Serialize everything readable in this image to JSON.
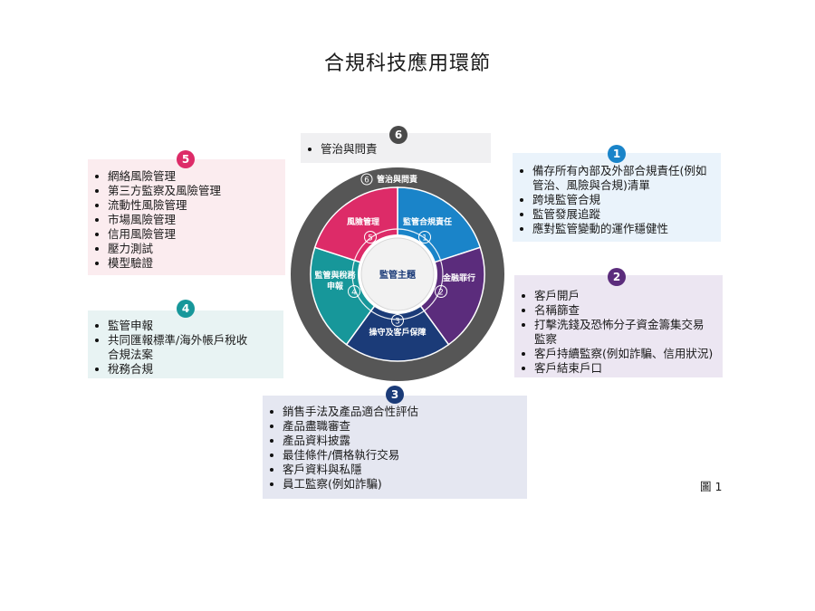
{
  "title": "合規科技應用環節",
  "figure_label": "圖 1",
  "colors": {
    "c1": "#1a84c9",
    "c2": "#5b2c7c",
    "c3": "#1b3b78",
    "c4": "#17979a",
    "c5": "#dd2b68",
    "c6": "#4a4a4a",
    "ring": "#565656"
  },
  "ring_label": "管治與問責",
  "center_label": "監管主題",
  "segments": [
    {
      "num": "1",
      "label": "監管合規責任"
    },
    {
      "num": "2",
      "label": "金融罪行"
    },
    {
      "num": "3",
      "label": "操守及客戶保障"
    },
    {
      "num": "4",
      "label_lines": [
        "監管與稅務",
        "申報"
      ]
    },
    {
      "num": "5",
      "label": "風險管理"
    }
  ],
  "boxes": {
    "b1": {
      "num": "1",
      "items": [
        "備存所有內部及外部合規責任(例如",
        "跨境監管合規",
        "監管發展追蹤",
        "應對監管變動的運作穩健性"
      ],
      "wrap0": "管治、風險與合規)清單"
    },
    "b2": {
      "num": "2",
      "items": [
        "客戶開戶",
        "名稱篩查",
        "打擊洗錢及恐怖分子資金籌集交易",
        "客戶持續監察(例如詐騙、信用狀況)",
        "客戶結束戶口"
      ],
      "wrap2": "監察"
    },
    "b3": {
      "num": "3",
      "items": [
        "銷售手法及產品適合性評估",
        "產品盡職審查",
        "產品資料披露",
        "最佳條件/價格執行交易",
        "客戶資料與私隱",
        "員工監察(例如詐騙)"
      ]
    },
    "b4": {
      "num": "4",
      "items": [
        "監管申報",
        "共同匯報標準/海外帳戶稅收",
        "稅務合規"
      ],
      "wrap1": "合規法案"
    },
    "b5": {
      "num": "5",
      "items": [
        "網絡風險管理",
        "第三方監察及風險管理",
        "流動性風險管理",
        "市場風險管理",
        "信用風險管理",
        "壓力測試",
        "模型驗證"
      ]
    },
    "b6": {
      "num": "6",
      "items": [
        "管治與問責"
      ]
    }
  }
}
